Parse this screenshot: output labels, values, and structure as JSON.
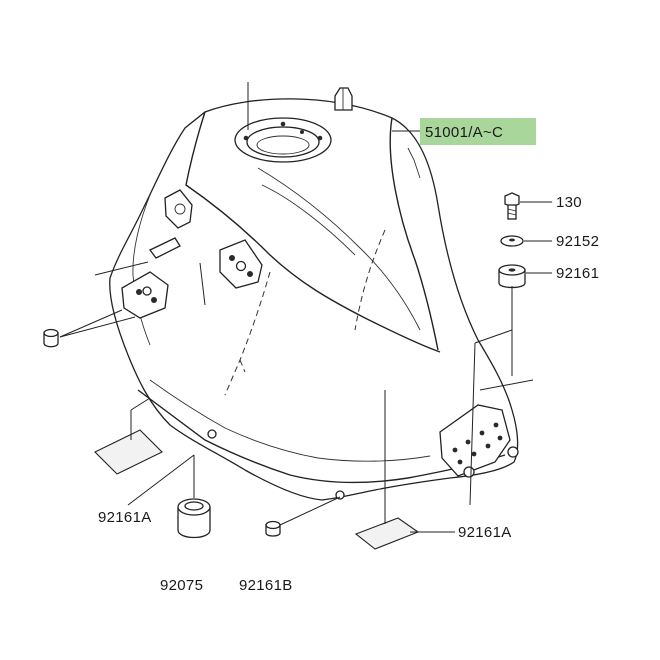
{
  "highlight_color": "#a9d69b",
  "parts": {
    "fuel_tank": "51001/A~C",
    "bolt": "130",
    "washer": "92152",
    "damper_top": "92161",
    "pad_left": "92161A",
    "pad_right": "92161A",
    "damper_large": "92075",
    "damper_small": "92161B"
  }
}
